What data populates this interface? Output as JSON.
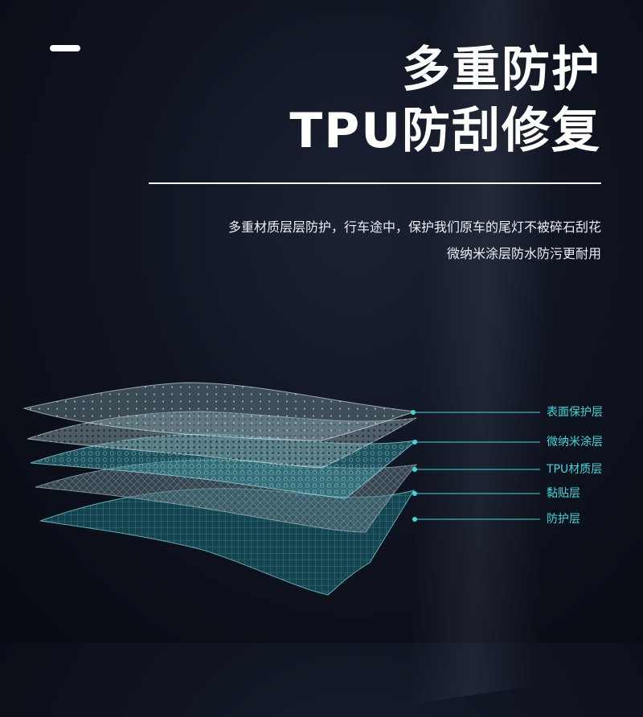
{
  "heading": {
    "line1": "多重防护",
    "line2": "TPU防刮修复"
  },
  "description": {
    "line1": "多重材质层层防护，行车途中，保护我们原车的尾灯不被碎石刮花",
    "line2": "微纳米涂层防水防污更耐用"
  },
  "layers": [
    {
      "label": "表面保护层"
    },
    {
      "label": "微纳米涂层"
    },
    {
      "label": "TPU材质层"
    },
    {
      "label": "黏贴层"
    },
    {
      "label": "防护层"
    }
  ],
  "colors": {
    "accent": "#3fd8df",
    "background": "#0f1420",
    "text": "#ffffff"
  }
}
